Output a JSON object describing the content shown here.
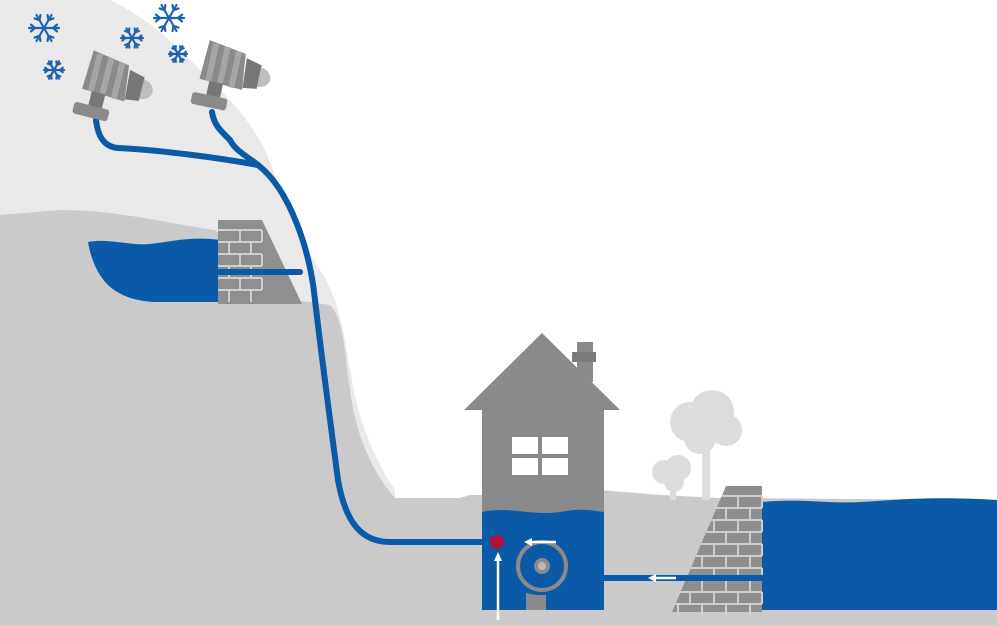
{
  "diagram": {
    "subject": "snowmaking-water-system",
    "colors": {
      "background": "#ffffff",
      "snow_slope": "#e9e9e9",
      "ground": "#cacaca",
      "ground_mid": "#c4c4c4",
      "rock_dark": "#9a9a9a",
      "building": "#8a8a8a",
      "building_dark": "#7b7b7b",
      "water": "#0b5aa8",
      "water_dark": "#084c90",
      "pipe": "#0b5aa8",
      "flow_arrow": "#ffffff",
      "valve": "#b0123a",
      "snowflake": "#1f63ad",
      "tree": "#dcdcdc",
      "window": "#ffffff"
    },
    "icons": [
      "snowflake-icon",
      "snow-cannon-icon",
      "pump-icon",
      "valve-icon",
      "flow-arrow-icon",
      "tree-icon",
      "brick-wall-icon",
      "house-icon"
    ],
    "snow_cannon_count": 2,
    "snowflake_count": 5,
    "flow_arrow_count": 3
  }
}
